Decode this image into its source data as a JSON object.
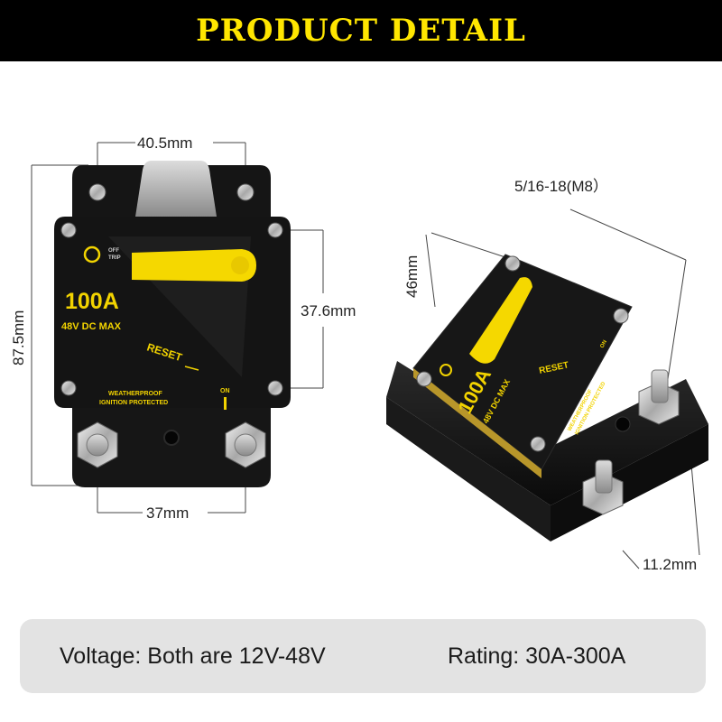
{
  "header": {
    "title": "PRODUCT DETAIL"
  },
  "device": {
    "rating": "100A",
    "voltage": "48V DC MAX",
    "off_label": "OFF",
    "trip_label": "TRIP",
    "reset_label": "RESET",
    "on_label": "ON",
    "protect_line1": "WEATHERPROOF",
    "protect_line2": "IGNITION PROTECTED",
    "lever_color": "#f5d800",
    "body_color": "#161616",
    "accent_color": "#f2d300"
  },
  "dimensions": {
    "top_width": "40.5mm",
    "height": "87.5mm",
    "hole_spacing": "37.6mm",
    "terminal_spacing": "37mm",
    "depth": "46mm",
    "thread": "5/16-18(M8）",
    "base_height": "11.2mm"
  },
  "specs": {
    "voltage": "Voltage: Both are 12V-48V",
    "rating": "Rating: 30A-300A"
  }
}
